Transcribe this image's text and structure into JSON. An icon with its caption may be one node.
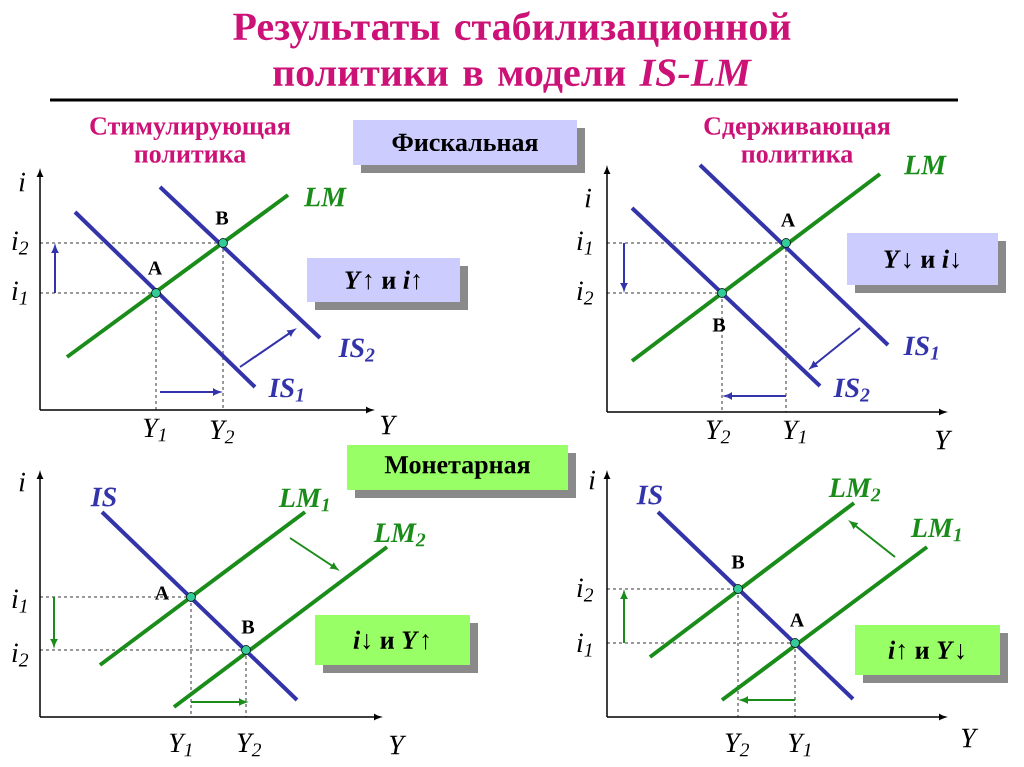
{
  "diagram": {
    "title": "Результаты стабилизационной политики в модели *IS-LM*",
    "nodes": [
      {
        "text": [
          "Фискальная"
        ]
      },
      {
        "text": [
          "*Y*↑ и *i*↑"
        ]
      },
      {
        "text": [
          "*Y*↓ и *i*↓"
        ]
      },
      {
        "text": [
          "Монетарная"
        ]
      },
      {
        "text": [
          "*i*↓ и *Y*↑"
        ]
      },
      {
        "text": [
          "*i*↑ и *Y*↓"
        ]
      }
    ],
    "labels": [
      "Стимулирующая политика",
      "Сдерживающая политика",
      "i",
      "LM",
      "B",
      "i$_{2}$",
      "A",
      "i$_{1}$",
      "IS$_{2}$",
      "IS$_{1}$",
      "Y$_{1}$",
      "Y$_{2}$",
      "Y",
      "LM",
      "i",
      "A",
      "i$_{1}$",
      "i$_{2}$",
      "B",
      "IS$_{1}$",
      "IS$_{2}$",
      "Y$_{2}$",
      "Y$_{1}$",
      "Y",
      "i",
      "IS",
      "LM$_{1}$",
      "LM$_{2}$",
      "i$_{1}$",
      "A",
      "B",
      "i$_{2}$",
      "Y$_{1}$",
      "Y$_{2}$",
      "Y",
      "i",
      "IS",
      "LM$_{2}$",
      "LM$_{1}$",
      "B",
      "i$_{2}$",
      "A",
      "i$_{1}$",
      "Y$_{2}$",
      "Y$_{1}$",
      "Y"
    ]
  }
}
